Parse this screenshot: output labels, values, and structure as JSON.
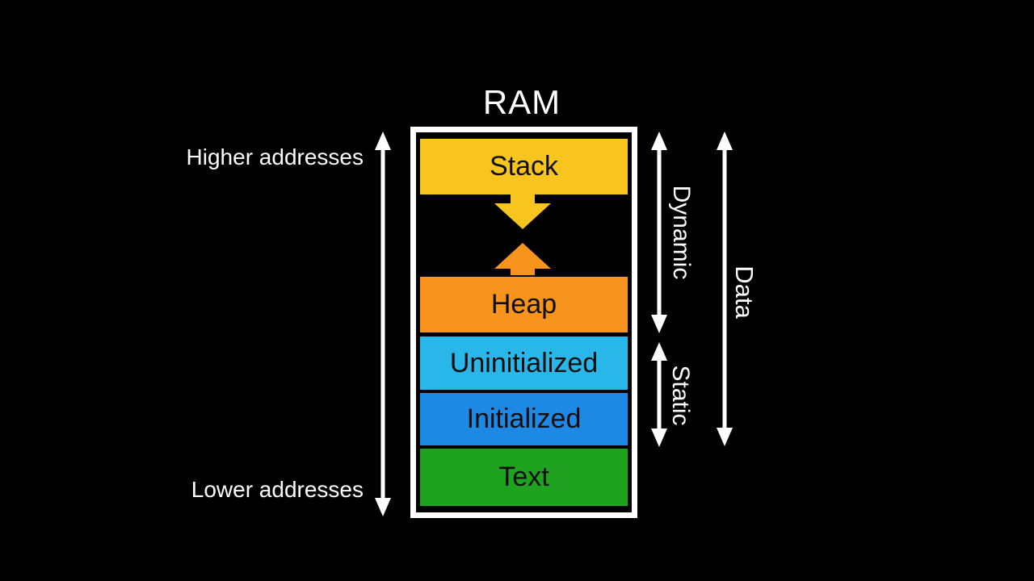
{
  "diagram": {
    "title": "RAM",
    "background_color": "#000000",
    "frame_color": "#FFFFFF",
    "arrow_color": "#FFFFFF",
    "block_text_color": "#0D0D0D",
    "blocks": [
      {
        "label": "Stack",
        "color": "#F7C51D",
        "region": "dynamic"
      },
      {
        "label": "Heap",
        "color": "#F7941E",
        "region": "dynamic"
      },
      {
        "label": "Uninitialized",
        "color": "#29B6E8",
        "region": "static"
      },
      {
        "label": "Initialized",
        "color": "#1E88E5",
        "region": "static"
      },
      {
        "label": "Text",
        "color": "#1FA21F",
        "region": ""
      }
    ],
    "growth_arrows": [
      {
        "name": "stack-grows-down",
        "direction": "down",
        "color": "#F7C51D"
      },
      {
        "name": "heap-grows-up",
        "direction": "up",
        "color": "#F7941E"
      }
    ],
    "left_labels": {
      "top": "Higher addresses",
      "bottom": "Lower addresses"
    },
    "right_labels": {
      "dynamic": "Dynamic",
      "static": "Static",
      "data": "Data"
    }
  }
}
